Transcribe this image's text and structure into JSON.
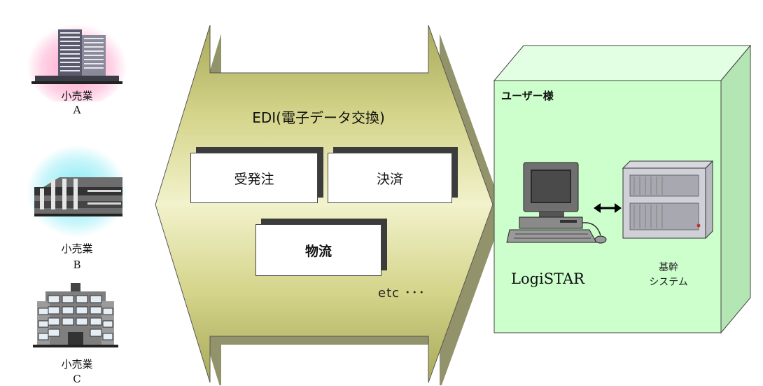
{
  "retailers": [
    {
      "name": "小売業",
      "letter": "A"
    },
    {
      "name": "小売業",
      "letter": "B"
    },
    {
      "name": "小売業",
      "letter": "C"
    }
  ],
  "edi": {
    "title": "EDI(電子データ交換)",
    "items": [
      "受発注",
      "決済",
      "物流"
    ],
    "etc": "etc ･･･"
  },
  "user": {
    "label": "ユーザー様",
    "system_name": "LogiSTAR",
    "core_system": [
      "基幹",
      "システム"
    ]
  },
  "colors": {
    "arrow_fill": "#d9d98c",
    "box_front": "#ccffcc",
    "box_side": "#b3e6b3",
    "box_top": "#e3ffe3"
  }
}
